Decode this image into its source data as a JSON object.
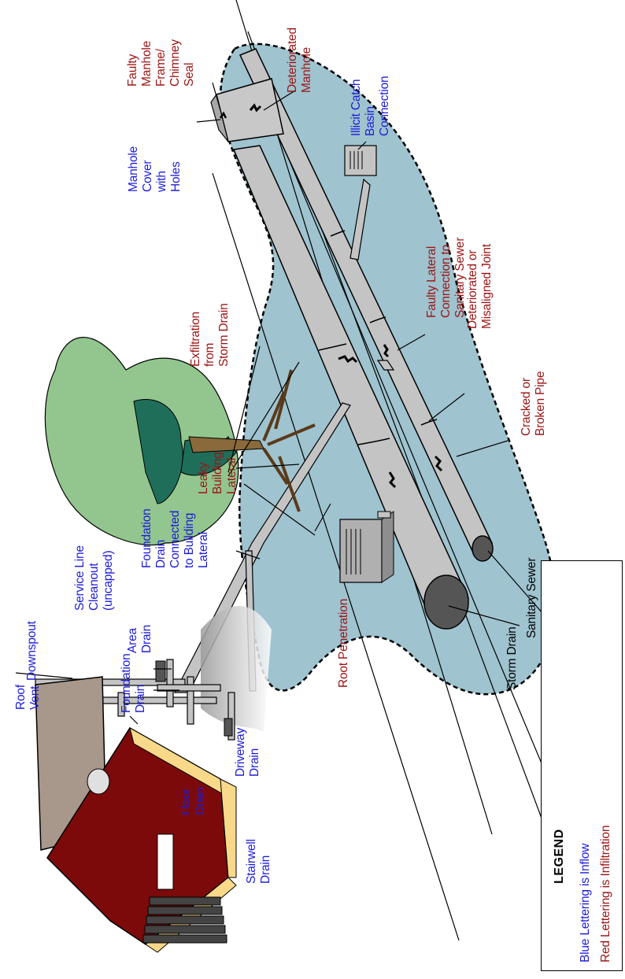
{
  "labels": {
    "roof_vent": "Roof\nVent",
    "downspout": "Downspout",
    "foundation_drain": "Foundation\nDrain",
    "area_drain": "Area\nDrain",
    "service_line_cleanout": "Service Line\nCleanout\n(uncapped)",
    "foundation_drain_connected": "Foundation\nDrain\nConnected\nto Building\nLateral",
    "driveway_drain": "Driveway\nDrain",
    "floor_drain": "Floor\nDrain",
    "stairwell_drain": "Stairwell\nDrain",
    "manhole_cover": "Manhole\nCover\nwith\nHoles",
    "faulty_manhole": "Faulty\nManhole\nFrame/\nChimney\nSeal",
    "deteriorated_manhole": "Deteriorated\nManhole",
    "illicit_catch_basin": "Illicit Catch\nBasin\nConnection",
    "faulty_lateral": "Faulty Lateral\nConnection to\nSanitary Sewer",
    "deteriorated_joint": "Deteriorated or\nMisaligned Joint",
    "exfiltration": "Exfiltration\nfrom\nStorm Drain",
    "cracked_pipe": "Cracked or\nBroken Pipe",
    "leaky_lateral": "Leaky\nBuilding\nLateral",
    "root_penetration": "Root Penetration",
    "storm_drain": "Storm Drain",
    "sanitary_sewer": "Sanitary Sewer"
  },
  "legend": {
    "title": "LEGEND",
    "blue_text": "Blue Lettering is Inflow",
    "red_text": "Red Lettering is Infiltration"
  },
  "colors": {
    "inflow_blue": "#1c1cd8",
    "infiltration_red": "#9b1414",
    "groundwater": "#9fc3cf",
    "pipe_gray": "#c4c4c4",
    "roof_red": "#7c0a0a",
    "wall_yellow": "#f8d98a",
    "foliage_light": "#92c68e",
    "foliage_dark": "#1f6e5a",
    "trunk": "#8a6a3a"
  }
}
